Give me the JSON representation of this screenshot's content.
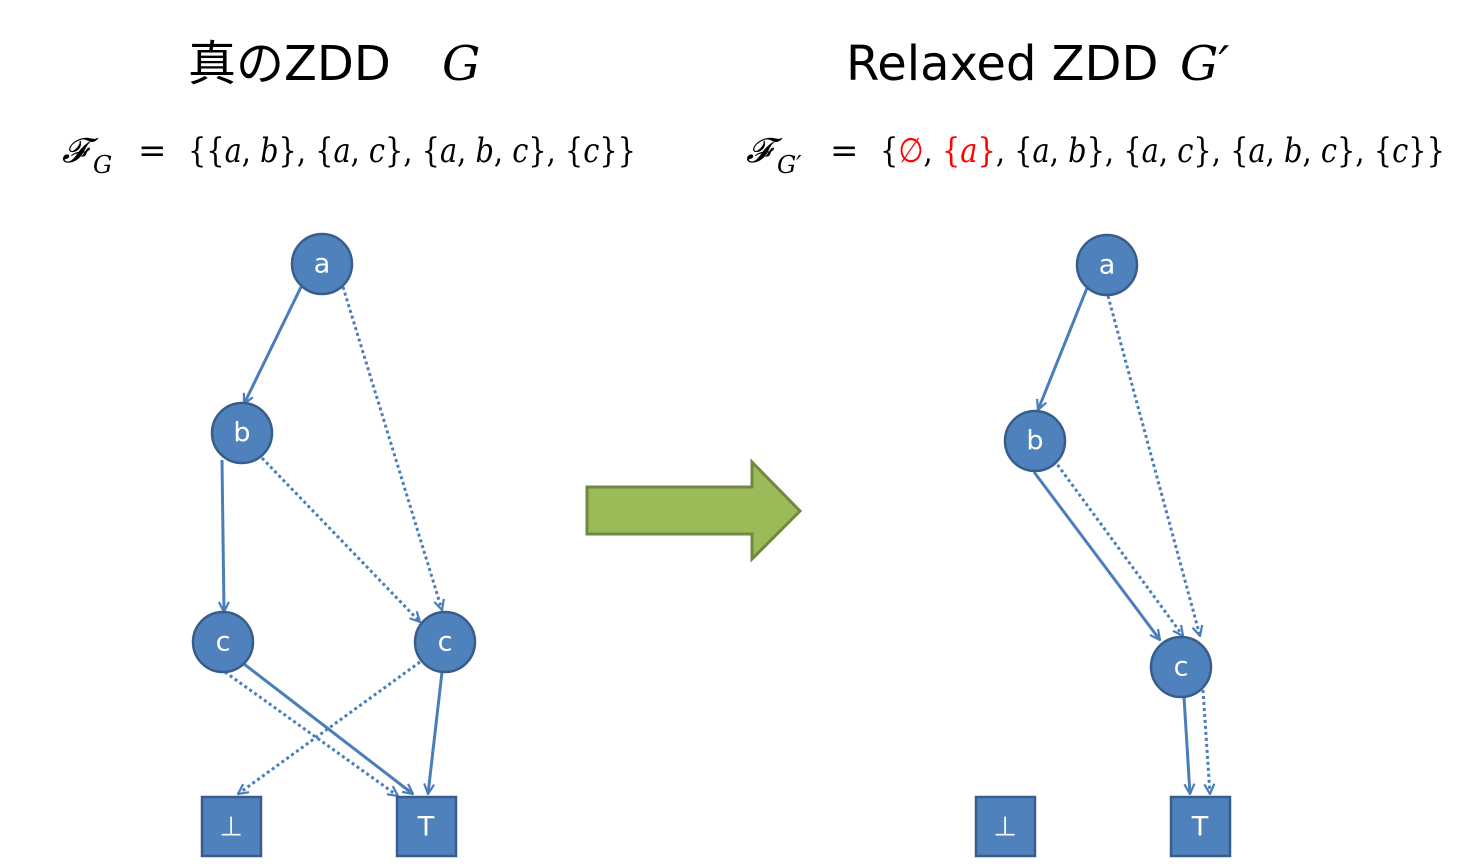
{
  "left": {
    "title": "真のZDD",
    "title_var": "G",
    "formula": {
      "lhs": "𝓕",
      "lhs_sub": "G",
      "eq": "=",
      "rhs_parts": [
        {
          "text": "{{",
          "style": "plain",
          "color": "black"
        },
        {
          "text": "a",
          "style": "italic",
          "color": "black"
        },
        {
          "text": ", ",
          "style": "plain",
          "color": "black"
        },
        {
          "text": "b",
          "style": "italic",
          "color": "black"
        },
        {
          "text": "}, {",
          "style": "plain",
          "color": "black"
        },
        {
          "text": "a",
          "style": "italic",
          "color": "black"
        },
        {
          "text": ", ",
          "style": "plain",
          "color": "black"
        },
        {
          "text": "c",
          "style": "italic",
          "color": "black"
        },
        {
          "text": "}, {",
          "style": "plain",
          "color": "black"
        },
        {
          "text": "a",
          "style": "italic",
          "color": "black"
        },
        {
          "text": ", ",
          "style": "plain",
          "color": "black"
        },
        {
          "text": "b",
          "style": "italic",
          "color": "black"
        },
        {
          "text": ", ",
          "style": "plain",
          "color": "black"
        },
        {
          "text": "c",
          "style": "italic",
          "color": "black"
        },
        {
          "text": "}, {",
          "style": "plain",
          "color": "black"
        },
        {
          "text": "c",
          "style": "italic",
          "color": "black"
        },
        {
          "text": "}}",
          "style": "plain",
          "color": "black"
        }
      ]
    },
    "nodes": [
      {
        "id": "a",
        "label": "a",
        "shape": "circle"
      },
      {
        "id": "b",
        "label": "b",
        "shape": "circle"
      },
      {
        "id": "c1",
        "label": "c",
        "shape": "circle"
      },
      {
        "id": "c2",
        "label": "c",
        "shape": "circle"
      },
      {
        "id": "bot",
        "label": "⊥",
        "shape": "rect"
      },
      {
        "id": "top",
        "label": "T",
        "shape": "rect"
      }
    ],
    "edges": [
      {
        "from": "a",
        "to": "b",
        "type": "solid"
      },
      {
        "from": "a",
        "to": "c2",
        "type": "dotted"
      },
      {
        "from": "b",
        "to": "c1",
        "type": "solid"
      },
      {
        "from": "b",
        "to": "c2",
        "type": "dotted"
      },
      {
        "from": "c1",
        "to": "top",
        "type": "solid"
      },
      {
        "from": "c1",
        "to": "top",
        "type": "dotted"
      },
      {
        "from": "c2",
        "to": "top",
        "type": "solid"
      },
      {
        "from": "c2",
        "to": "bot",
        "type": "dotted"
      }
    ]
  },
  "right": {
    "title": "Relaxed ZDD",
    "title_var": "G′",
    "formula": {
      "lhs": "𝓕",
      "lhs_sub": "G′",
      "eq": "=",
      "rhs_parts": [
        {
          "text": "{",
          "style": "plain",
          "color": "black"
        },
        {
          "text": "∅",
          "style": "plain",
          "color": "red"
        },
        {
          "text": ", ",
          "style": "plain",
          "color": "black"
        },
        {
          "text": "{",
          "style": "plain",
          "color": "red"
        },
        {
          "text": "a",
          "style": "italic",
          "color": "red"
        },
        {
          "text": "}",
          "style": "plain",
          "color": "red"
        },
        {
          "text": ", {",
          "style": "plain",
          "color": "black"
        },
        {
          "text": "a",
          "style": "italic",
          "color": "black"
        },
        {
          "text": ", ",
          "style": "plain",
          "color": "black"
        },
        {
          "text": "b",
          "style": "italic",
          "color": "black"
        },
        {
          "text": "}, {",
          "style": "plain",
          "color": "black"
        },
        {
          "text": "a",
          "style": "italic",
          "color": "black"
        },
        {
          "text": ", ",
          "style": "plain",
          "color": "black"
        },
        {
          "text": "c",
          "style": "italic",
          "color": "black"
        },
        {
          "text": "}, {",
          "style": "plain",
          "color": "black"
        },
        {
          "text": "a",
          "style": "italic",
          "color": "black"
        },
        {
          "text": ", ",
          "style": "plain",
          "color": "black"
        },
        {
          "text": "b",
          "style": "italic",
          "color": "black"
        },
        {
          "text": ", ",
          "style": "plain",
          "color": "black"
        },
        {
          "text": "c",
          "style": "italic",
          "color": "black"
        },
        {
          "text": "}, {",
          "style": "plain",
          "color": "black"
        },
        {
          "text": "c",
          "style": "italic",
          "color": "black"
        },
        {
          "text": "}}",
          "style": "plain",
          "color": "black"
        }
      ]
    },
    "nodes": [
      {
        "id": "a",
        "label": "a",
        "shape": "circle"
      },
      {
        "id": "b",
        "label": "b",
        "shape": "circle"
      },
      {
        "id": "c",
        "label": "c",
        "shape": "circle"
      },
      {
        "id": "bot",
        "label": "⊥",
        "shape": "rect"
      },
      {
        "id": "top",
        "label": "T",
        "shape": "rect"
      }
    ],
    "edges": [
      {
        "from": "a",
        "to": "b",
        "type": "solid"
      },
      {
        "from": "a",
        "to": "c",
        "type": "dotted"
      },
      {
        "from": "b",
        "to": "c",
        "type": "solid"
      },
      {
        "from": "b",
        "to": "c",
        "type": "dotted"
      },
      {
        "from": "c",
        "to": "top",
        "type": "solid"
      },
      {
        "from": "c",
        "to": "top",
        "type": "dotted"
      }
    ]
  },
  "colors": {
    "node_fill": "#4f81bd",
    "node_stroke": "#385d8a",
    "edge": "#4a7ebb",
    "arrow_fill": "#9bbb59",
    "arrow_stroke": "#71893f",
    "highlight": "#ff0000"
  },
  "icons": {
    "transform_arrow": "right-arrow-icon"
  }
}
